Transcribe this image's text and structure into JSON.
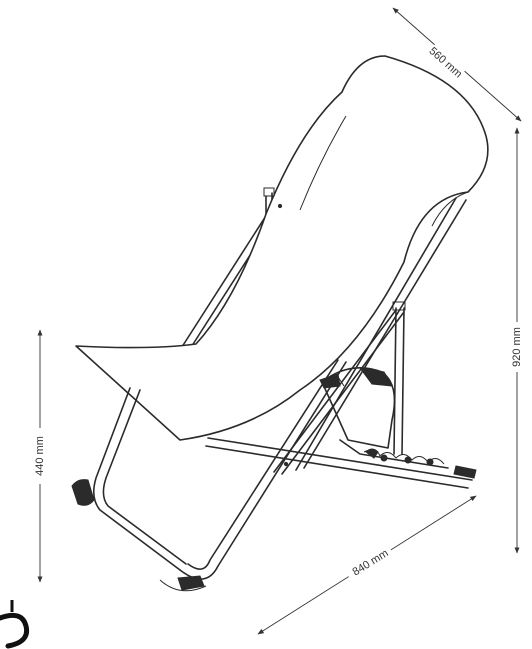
{
  "dimensions": {
    "depth": "840 mm",
    "width": "560 mm",
    "height": "920 mm",
    "seat_height": "440 mm"
  },
  "colors": {
    "line": "#2b2b2b",
    "dimension": "#333333",
    "background": "#ffffff"
  }
}
